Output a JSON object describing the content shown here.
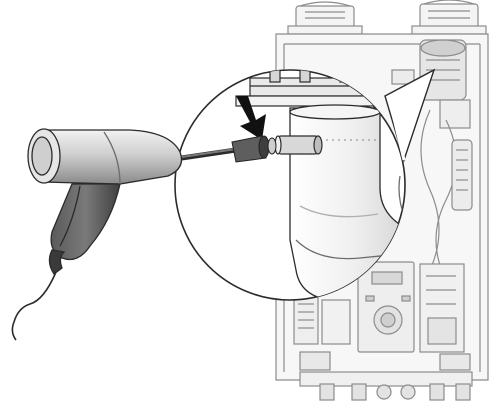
{
  "figure": {
    "alt": "",
    "colors": {
      "background": "#ffffff",
      "outline": "#2b2b2b",
      "unit_line": "#8c8c8c",
      "unit_fill": "#f4f4f4",
      "gray_light": "#d9d9d9",
      "gray_mid": "#b0b0b0",
      "gray_dark": "#6b6b6b",
      "grip_dark": "#4a4a4a",
      "arrow": "#111111"
    },
    "parts": [
      "water-heater-unit",
      "magnified-callout",
      "exhaust-elbow",
      "test-port",
      "probe-handle",
      "probe-rod",
      "probe-cable",
      "insertion-arrow"
    ]
  }
}
